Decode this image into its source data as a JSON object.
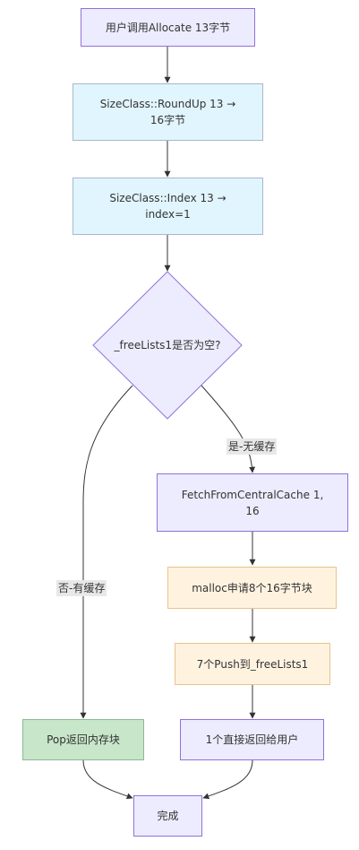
{
  "nodes": {
    "start": "用户调用Allocate 13字节",
    "roundup_line1": "SizeClass::RoundUp 13 →",
    "roundup_line2": "16字节",
    "index_line1": "SizeClass::Index 13 →",
    "index_line2": "index=1",
    "decision": "_freeLists1是否为空?",
    "fetch_line1": "FetchFromCentralCache 1,",
    "fetch_line2": "16",
    "malloc": "malloc申请8个16字节块",
    "push": "7个Push到_freeLists1",
    "pop": "Pop返回内存块",
    "direct_return": "1个直接返回给用户",
    "done": "完成"
  },
  "edges": {
    "yes_label": "是-无缓存",
    "no_label": "否-有缓存"
  },
  "colors": {
    "purple_fill": "#ececfe",
    "purple_stroke": "#9370db",
    "blue_fill": "#e1f5fe",
    "orange_fill": "#fff3e0",
    "green_fill": "#c8e6c9",
    "line": "#333333"
  }
}
